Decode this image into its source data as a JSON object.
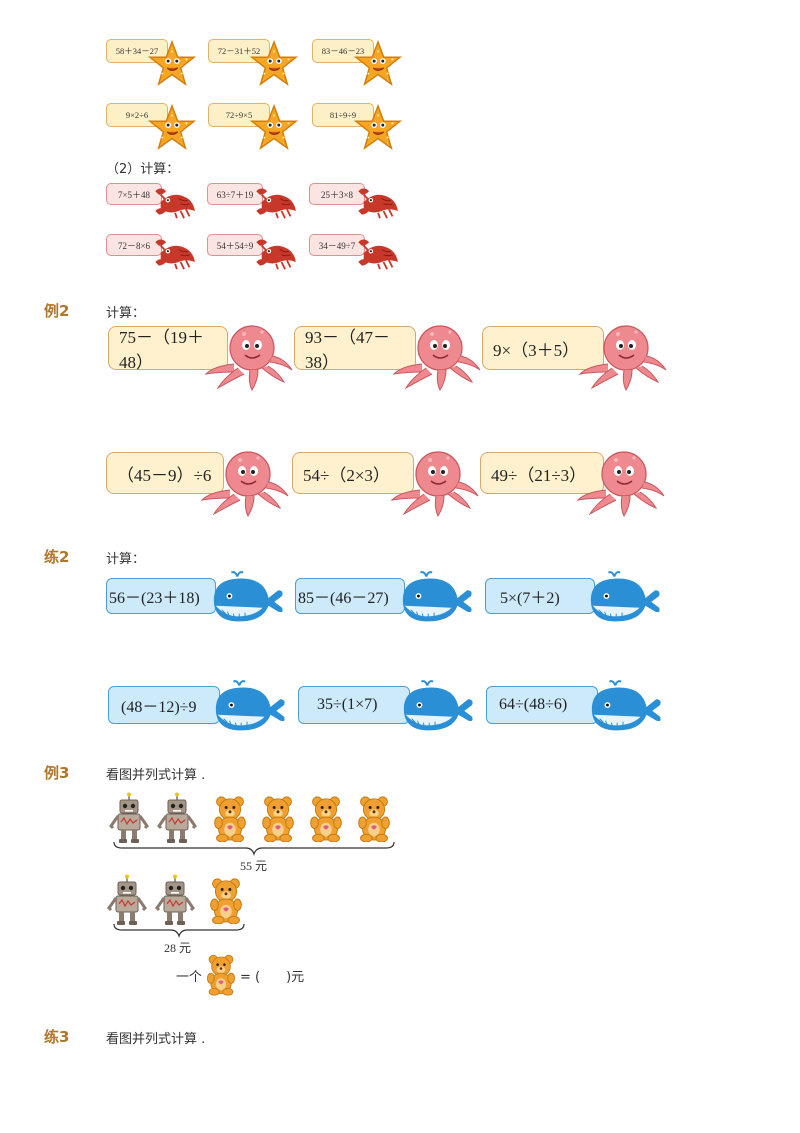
{
  "starfish_row1": [
    "58＋34－27",
    "72－31＋52",
    "83－46－23"
  ],
  "starfish_row2": [
    "9×2÷6",
    "72÷9×5",
    "81÷9÷9"
  ],
  "part2_label": "（2）计算：",
  "lobster_row1": [
    "7×5＋48",
    "63÷7＋19",
    "25＋3×8"
  ],
  "lobster_row2": [
    "72－8×6",
    "54＋54÷9",
    "34－49÷7"
  ],
  "example2": {
    "label": "例2",
    "instruction": "计算：",
    "row1": [
      "75－（19＋48）",
      "93－（47－38）",
      "9×（3＋5）"
    ],
    "row2": [
      "（45－9）÷6",
      "54÷（2×3）",
      "49÷（21÷3）"
    ]
  },
  "practice2": {
    "label": "练2",
    "instruction": "计算：",
    "row1": [
      "56－(23＋18)",
      "85－(46－27)",
      "5×(7＋2)"
    ],
    "row2": [
      "(48－12)÷9",
      "35÷(1×7)",
      "64÷(48÷6)"
    ]
  },
  "example3": {
    "label": "例3",
    "instruction": "看图并列式计算 .",
    "total1": "55 元",
    "total2": "28 元",
    "answer_prefix": "一个",
    "answer_suffix": "= (　　)元"
  },
  "practice3": {
    "label": "练3",
    "instruction": "看图并列式计算 ."
  },
  "colors": {
    "section_label": "#b0762a",
    "starfish": "#f5a623",
    "lobster": "#c8382a",
    "octopus": "#ee8a8f",
    "whale": "#2b8fd6",
    "bear": "#f0a030",
    "robot": "#9a8a7e"
  }
}
